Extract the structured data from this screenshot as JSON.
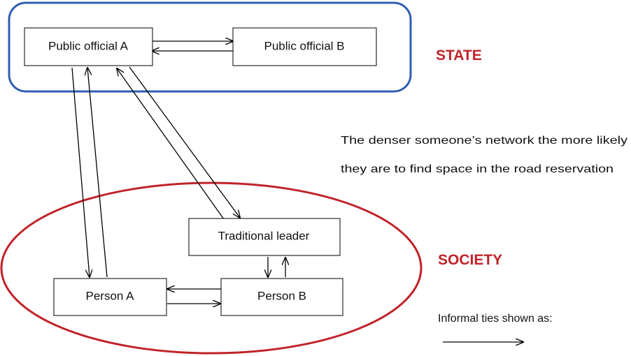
{
  "groups": {
    "state": {
      "label": "STATE",
      "color": "#2f5eb3",
      "label_color": "#c0232a"
    },
    "society": {
      "label": "SOCIETY",
      "color": "#c0232a",
      "label_color": "#c0232a"
    }
  },
  "nodes": {
    "public_official_a": "Public official A",
    "public_official_b": "Public official B",
    "traditional_leader": "Traditional leader",
    "person_a": "Person A",
    "person_b": "Person B"
  },
  "note": {
    "line1": "The denser someone’s network the more likely",
    "line2": "they are to find space in the road reservation"
  },
  "legend": {
    "label": "Informal ties shown as:"
  }
}
